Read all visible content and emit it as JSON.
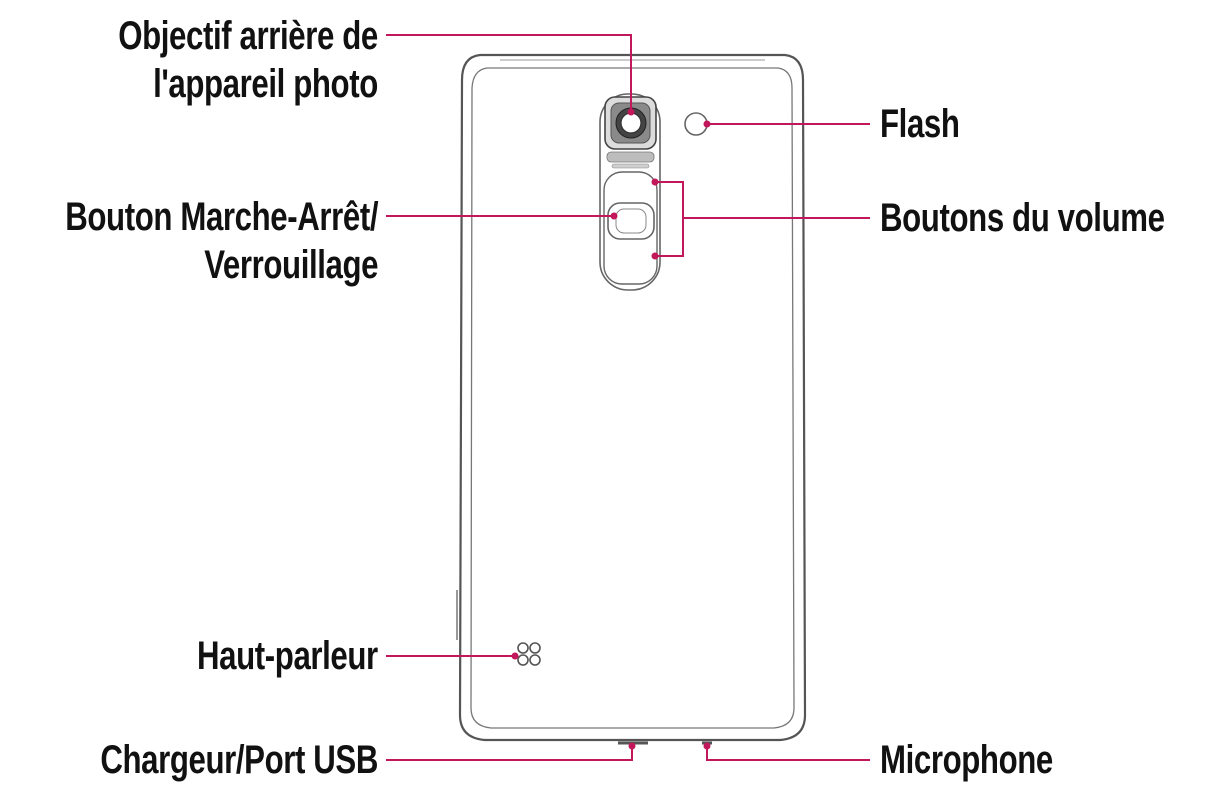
{
  "diagram": {
    "labels": {
      "rear_camera": {
        "line1": "Objectif arrière de",
        "line2": "l'appareil photo"
      },
      "flash": "Flash",
      "power_lock": {
        "line1": "Bouton Marche-Arrêt/",
        "line2": "Verrouillage"
      },
      "volume": "Boutons du volume",
      "speaker": "Haut-parleur",
      "charger": "Chargeur/Port USB",
      "microphone": "Microphone"
    },
    "colors": {
      "callout": "#c2185b",
      "outline": "#555555",
      "text": "#111111"
    }
  }
}
